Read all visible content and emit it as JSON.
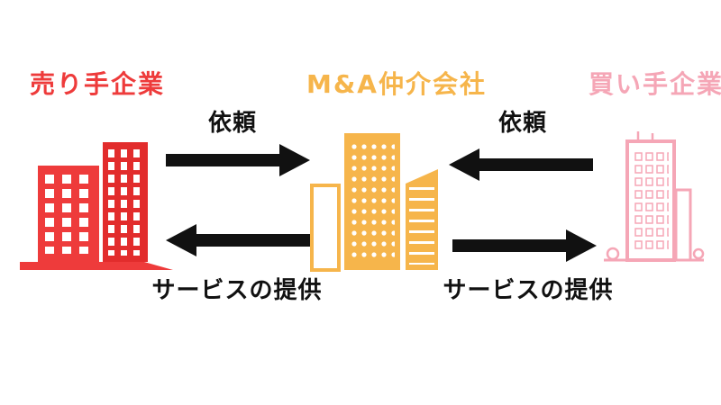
{
  "diagram": {
    "background": "#ffffff",
    "arrow_color": "#111111",
    "entities": [
      {
        "id": "seller",
        "label": "売り手企業",
        "color": "#ee3b3b",
        "icon": "red-building-icon"
      },
      {
        "id": "broker",
        "label": "M&A仲介会社",
        "color": "#f6b54b",
        "icon": "orange-building-icon"
      },
      {
        "id": "buyer",
        "label": "買い手企業",
        "color": "#f5a6b6",
        "icon": "pink-outline-building-icon"
      }
    ],
    "arrows": [
      {
        "from": "seller",
        "to": "broker",
        "label": "依頼",
        "direction": "right",
        "position": "top-left"
      },
      {
        "from": "broker",
        "to": "seller",
        "label": "サービスの提供",
        "direction": "left",
        "position": "bottom-left"
      },
      {
        "from": "buyer",
        "to": "broker",
        "label": "依頼",
        "direction": "left",
        "position": "top-right"
      },
      {
        "from": "broker",
        "to": "buyer",
        "label": "サービスの提供",
        "direction": "right",
        "position": "bottom-right"
      }
    ]
  }
}
